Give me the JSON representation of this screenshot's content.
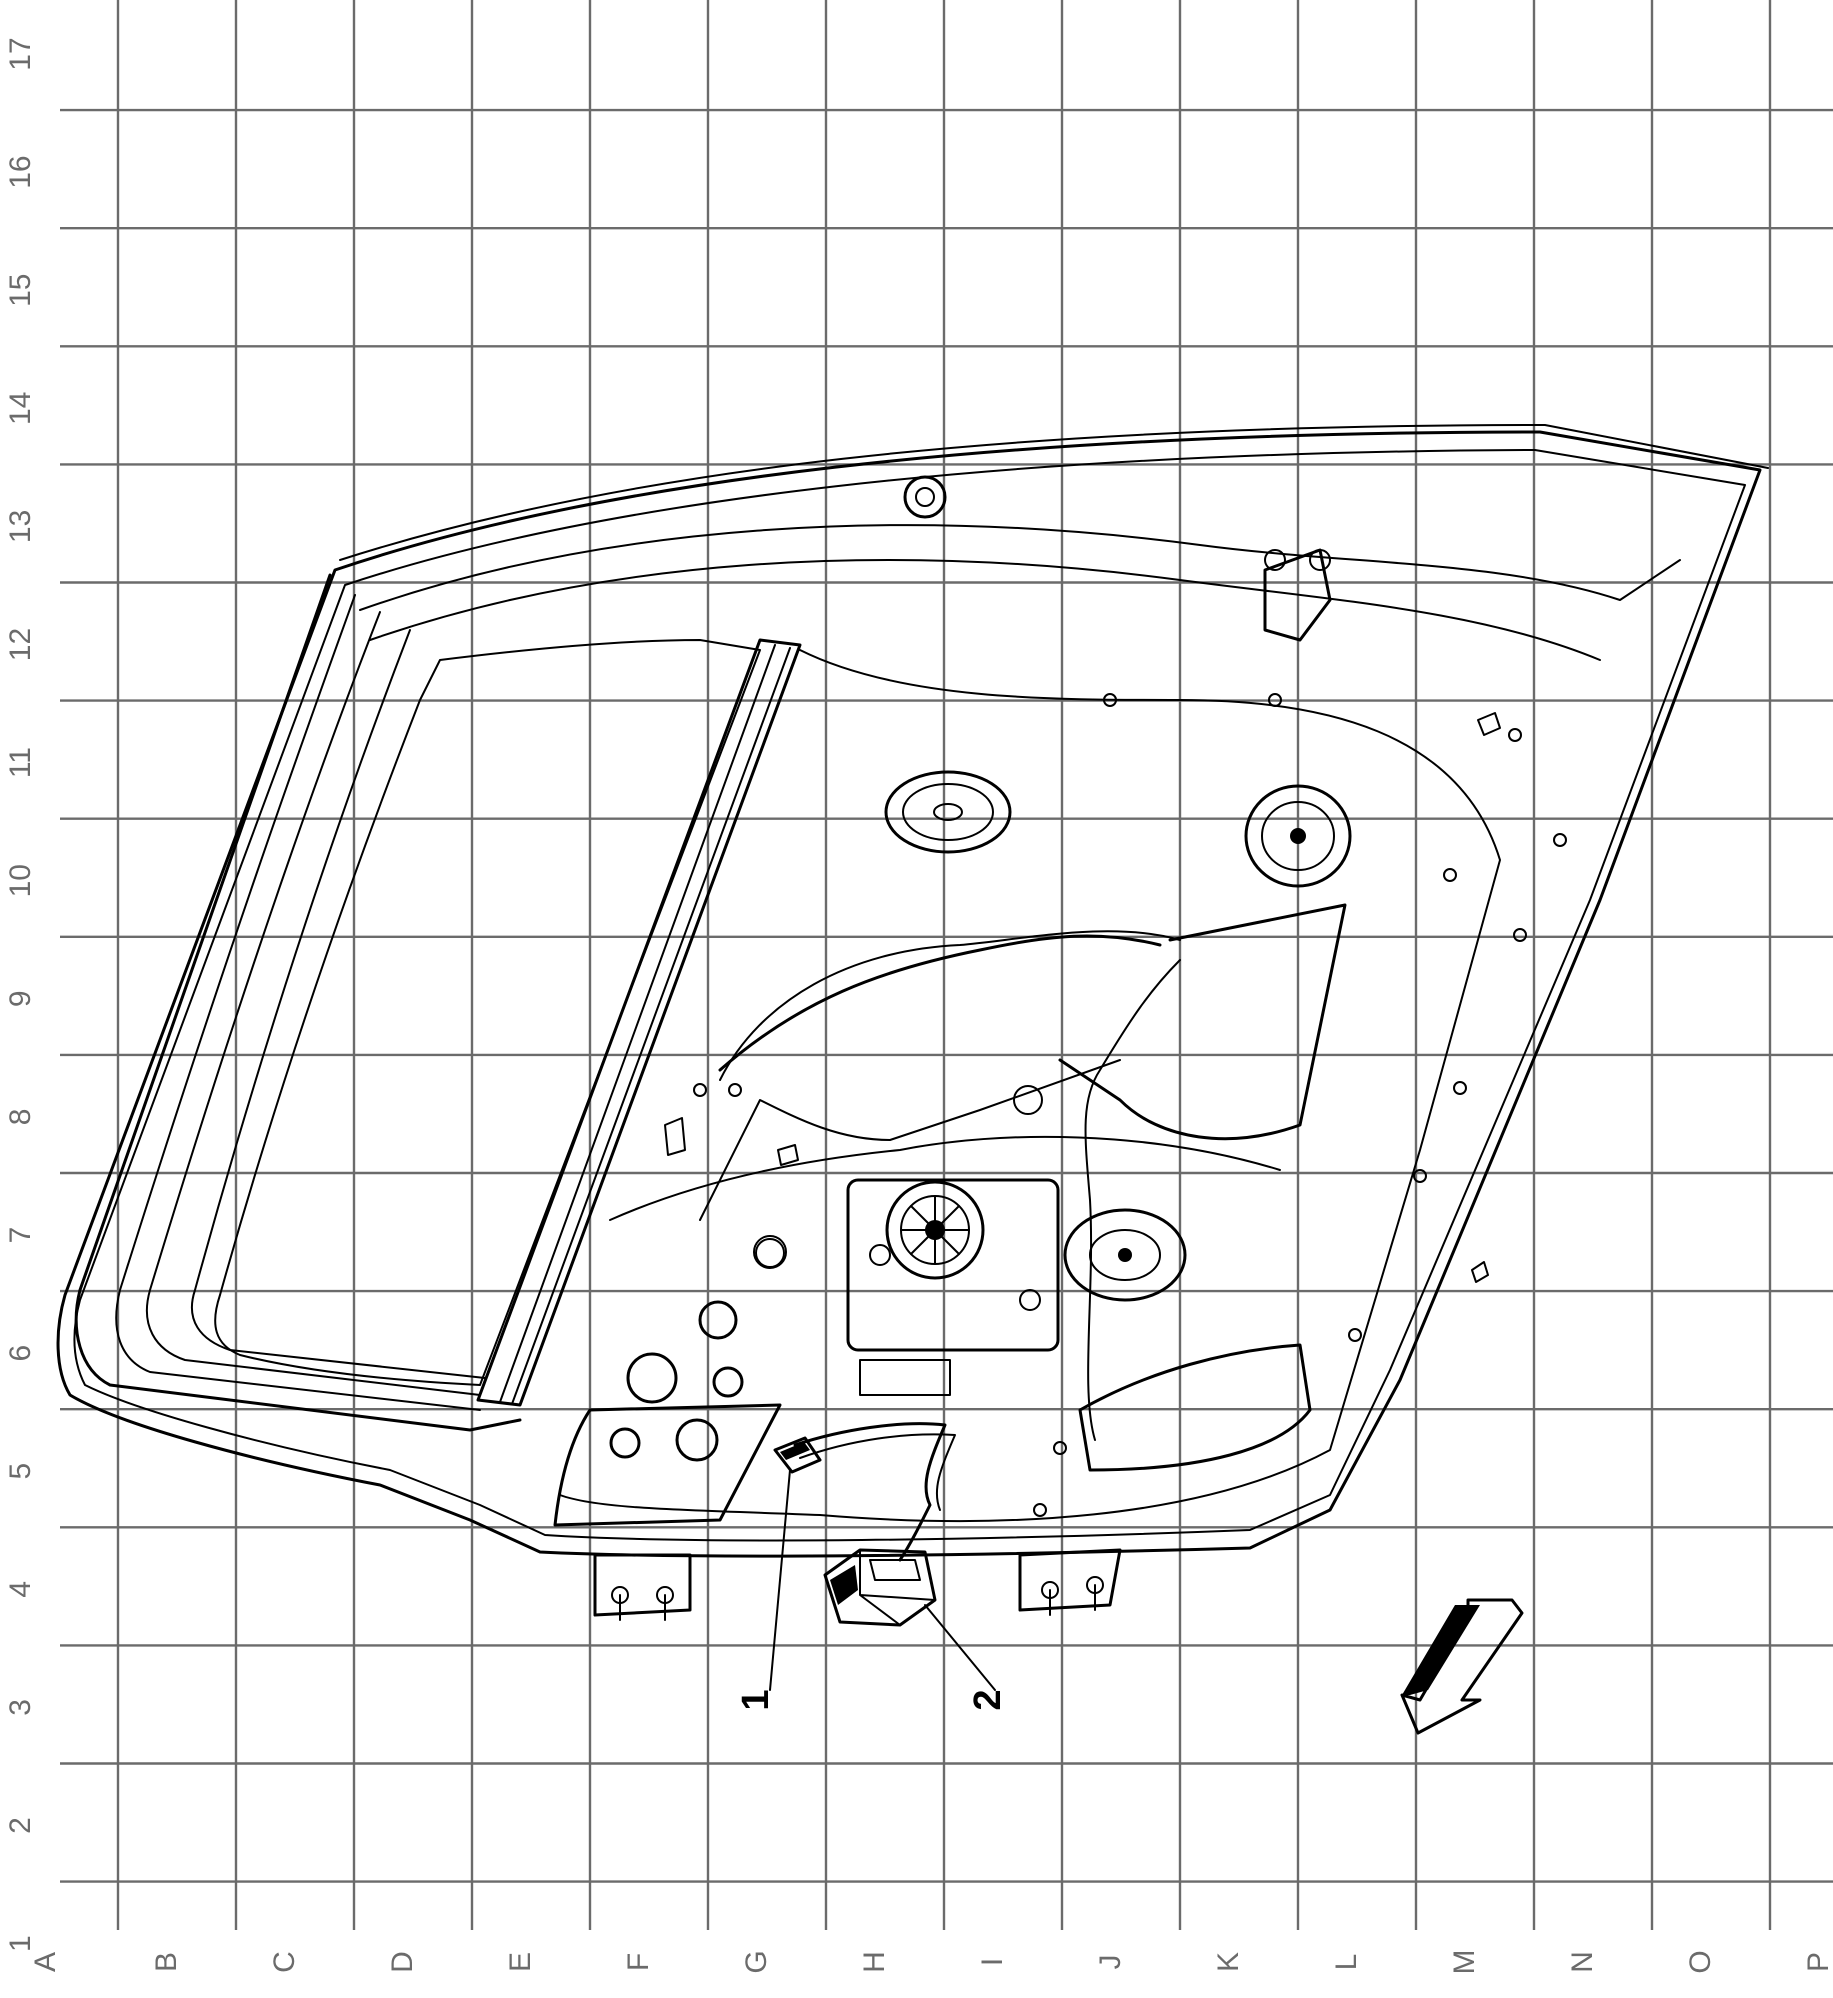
{
  "grid": {
    "columns": [
      "A",
      "B",
      "C",
      "D",
      "E",
      "F",
      "G",
      "H",
      "I",
      "J",
      "K",
      "L",
      "M",
      "N",
      "O",
      "P"
    ],
    "rows": [
      "17",
      "16",
      "15",
      "14",
      "13",
      "12",
      "11",
      "10",
      "9",
      "8",
      "7",
      "6",
      "5",
      "4",
      "3",
      "2",
      "1"
    ]
  },
  "callouts": [
    {
      "label": "1"
    },
    {
      "label": "2"
    }
  ]
}
